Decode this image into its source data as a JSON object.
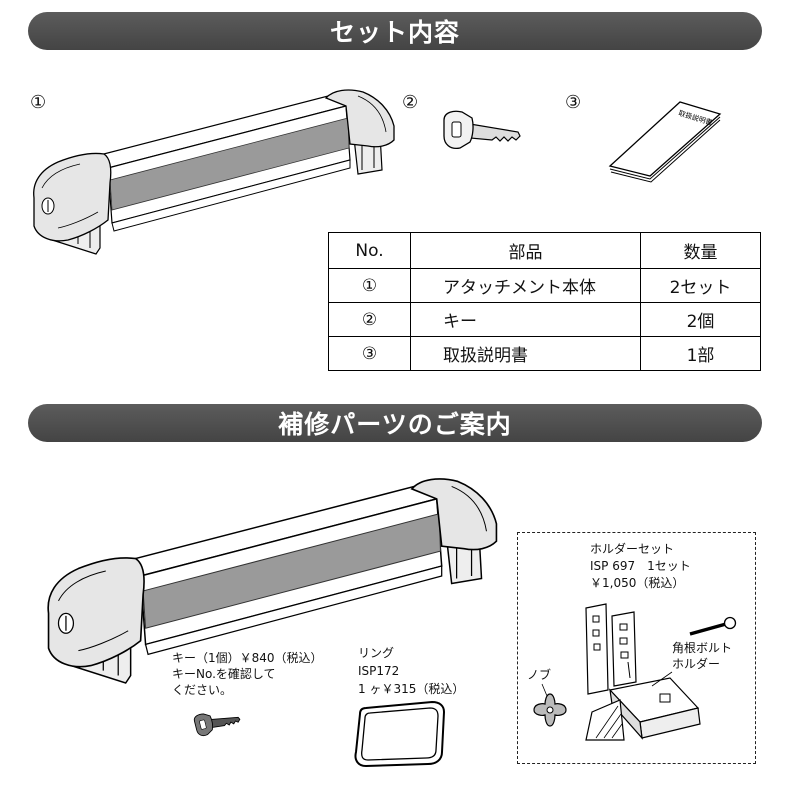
{
  "sections": {
    "contents_title": "セット内容",
    "parts_title": "補修パーツのご案内"
  },
  "contents": {
    "markers": [
      "①",
      "②",
      "③"
    ],
    "booklet_cover": "取扱説明書"
  },
  "table": {
    "headers": [
      "No.",
      "部品",
      "数量"
    ],
    "rows": [
      [
        "①",
        "アタッチメント本体",
        "2セット"
      ],
      [
        "②",
        "キー",
        "2個"
      ],
      [
        "③",
        "取扱説明書",
        "1部"
      ]
    ]
  },
  "repair_parts": {
    "key_note": [
      "キー（1個）￥840（税込）",
      "キーNo.を確認して",
      "ください。"
    ],
    "ring_note": [
      "リング",
      "ISP172",
      "1 ヶ￥315（税込）"
    ],
    "holder_set_note": [
      "ホルダーセット",
      "ISP 697　1セット",
      "￥1,050（税込）"
    ],
    "labels": {
      "bolt": "角根ボルト",
      "holder": "ホルダー",
      "knob": "ノブ"
    }
  }
}
